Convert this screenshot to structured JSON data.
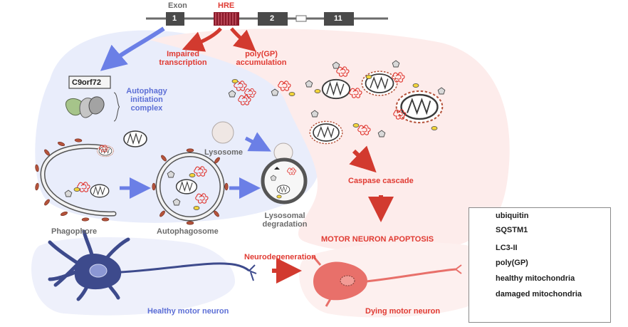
{
  "gene": {
    "exon_label": "Exon",
    "hre_label": "HRE",
    "exon1": "1",
    "exon2": "2",
    "exon11": "11"
  },
  "pathways": {
    "impaired_transcription": [
      "Impaired",
      "transcription"
    ],
    "polygp_accumulation": [
      "poly(GP)",
      "accumulation"
    ]
  },
  "autophagy": {
    "c9orf72": "C9orf72",
    "initiation_complex": [
      "Autophagy",
      "initiation",
      "complex"
    ],
    "lysosome": "Lysosome",
    "phagophore": "Phagophore",
    "autophagosome": "Autophagosome",
    "lysosomal_degradation": [
      "Lysosomal",
      "degradation"
    ]
  },
  "apoptosis": {
    "caspase_cascade": "Caspase cascade",
    "motor_neuron_apoptosis": "MOTOR NEURON APOPTOSIS"
  },
  "neurons": {
    "neurodegeneration": "Neurodegeneration",
    "healthy": "Healthy motor neuron",
    "dying": "Dying motor neuron"
  },
  "legend": [
    {
      "icon": "ubiquitin-icon",
      "label": "ubiquitin"
    },
    {
      "icon": "sqstm1-icon",
      "label": "SQSTM1"
    },
    {
      "icon": "lc3-ii-icon",
      "label": "LC3-II"
    },
    {
      "icon": "polygp-icon",
      "label": "poly(GP)"
    },
    {
      "icon": "healthy-mitochondria-icon",
      "label": "healthy mitochondria"
    },
    {
      "icon": "damaged-mitochondria-icon",
      "label": "damaged mitochondria"
    }
  ],
  "colors": {
    "blue_text": "#5d6fd6",
    "red_text": "#e03a32",
    "blue_arrow": "#6b7fe6",
    "red_arrow": "#d23a2f",
    "blue_region": "#e9edfb",
    "red_region": "#fdeceb",
    "neuron_healthy": "#3d4a8c",
    "neuron_dying": "#e8706a",
    "exon_box": "#4a4a4a",
    "hre_box": "#8a1a2a",
    "ubiquitin": "#f2d43a",
    "sqstm1": "#d9d9d9",
    "lc3": "#b5533b"
  }
}
